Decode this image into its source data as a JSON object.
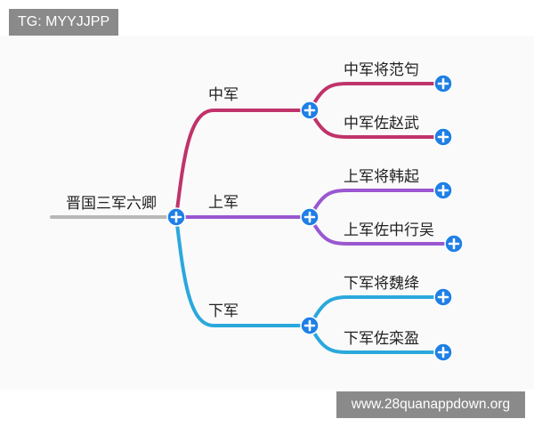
{
  "watermarks": {
    "top": "TG: MYYJJPP",
    "bottom": "www.28quanappdown.org"
  },
  "colors": {
    "root_line": "#b8b8b8",
    "upper_branch": "#c0336a",
    "middle_branch": "#9a57d0",
    "lower_branch": "#2aa8dc",
    "node_button": "#1f7fe6"
  },
  "icons": {
    "expand": "plus-circle-icon"
  },
  "mindmap": {
    "root": "晋国三军六卿",
    "branches": [
      {
        "label": "中军",
        "children": [
          "中军将范匄",
          "中军佐赵武"
        ]
      },
      {
        "label": "上军",
        "children": [
          "上军将韩起",
          "上军佐中行吴"
        ]
      },
      {
        "label": "下军",
        "children": [
          "下军将魏绛",
          "下军佐栾盈"
        ]
      }
    ]
  }
}
